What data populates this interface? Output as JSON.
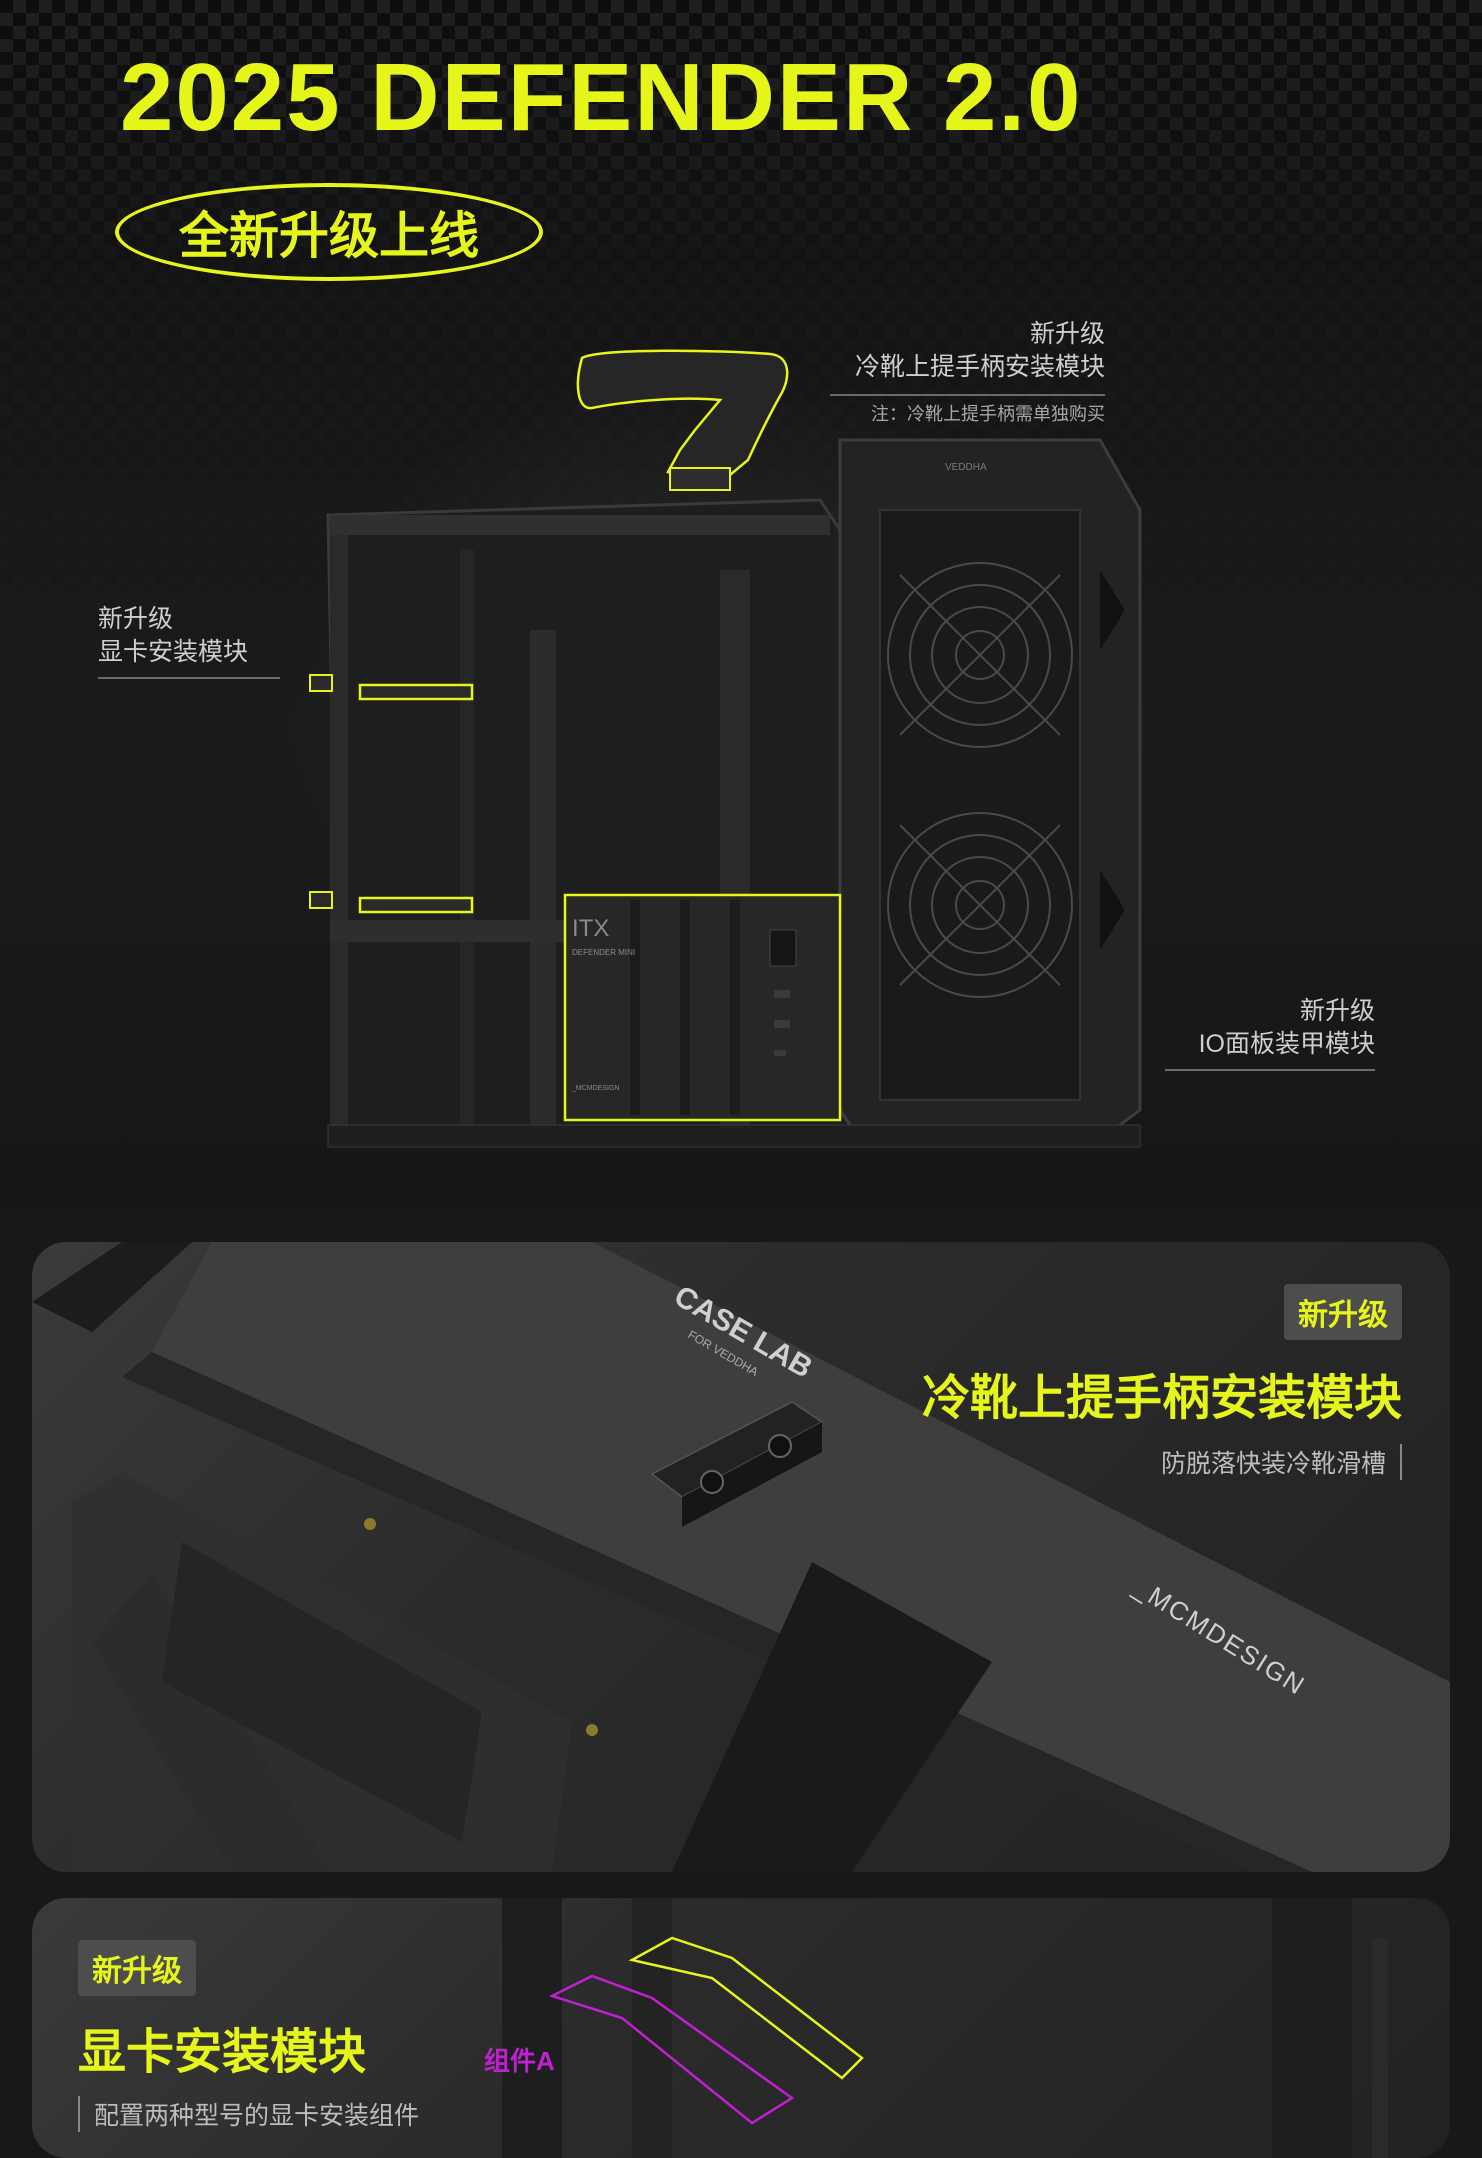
{
  "hero": {
    "title": "2025 DEFENDER 2.0",
    "badge": "全新升级上线"
  },
  "callouts": {
    "handle": {
      "tag": "新升级",
      "label": "冷靴上提手柄安装模块",
      "note": "注：冷靴上提手柄需单独购买"
    },
    "gpu": {
      "tag": "新升级",
      "label": "显卡安装模块"
    },
    "io": {
      "tag": "新升级",
      "label": "IO面板装甲模块"
    }
  },
  "case_markings": {
    "itx": "ITX",
    "model": "DEFENDER MINI",
    "brand_small": "_MCMDESIGN",
    "top_brand": "VEDDHA"
  },
  "feature1": {
    "tag": "新升级",
    "title": "冷靴上提手柄安装模块",
    "desc": "防脱落快装冷靴滑槽",
    "plate_text": "CASE LAB",
    "plate_sub": "FOR VEDDHA",
    "brand": "_MCMDESIGN"
  },
  "feature2": {
    "tag": "新升级",
    "title": "显卡安装模块",
    "desc": "配置两种型号的显卡安装组件",
    "component_label": "组件A"
  },
  "colors": {
    "accent": "#e6f51a",
    "magenta": "#c020d0",
    "background": "#181818"
  }
}
